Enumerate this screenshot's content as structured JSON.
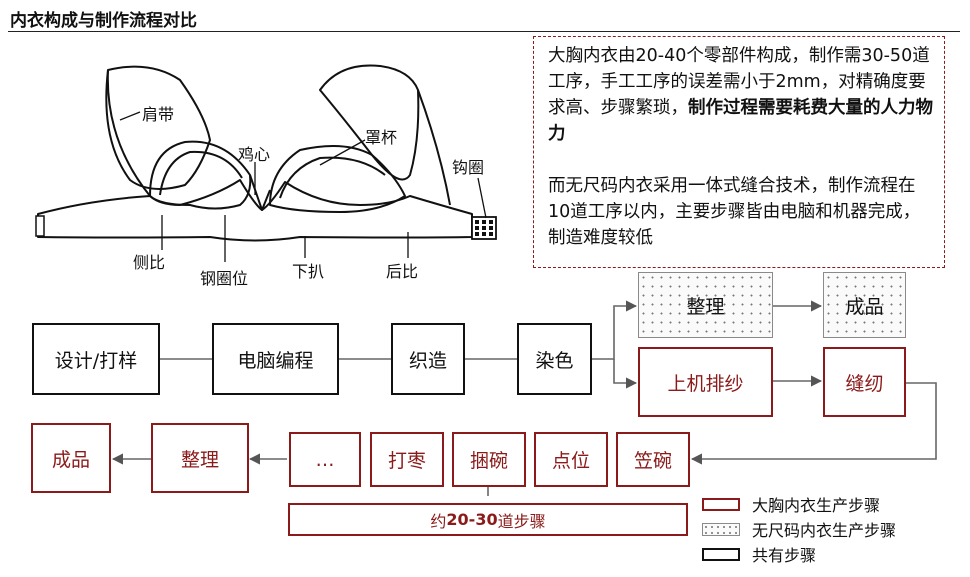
{
  "title": "内衣构成与制作流程对比",
  "bra_labels": {
    "strap": "肩带",
    "center": "鸡心",
    "cup": "罩杯",
    "hook": "钩圈",
    "side": "侧比",
    "wire": "钢圈位",
    "underband": "下扒",
    "back": "后比"
  },
  "note": {
    "para1_normal": "大胸内衣由20-40个零部件构成，制作需30-50道工序，手工工序的误差需小于2mm，对精确度要求高、步骤繁琐，",
    "para1_bold": "制作过程需要耗费大量的人力物力",
    "para2": "而无尺码内衣采用一体式缝合技术，制作流程在10道工序以内，主要步骤皆由电脑和机器完成，制造难度较低"
  },
  "flow": {
    "common": [
      "设计/打样",
      "电脑编程",
      "织造",
      "染色"
    ],
    "seamless": [
      "整理",
      "成品"
    ],
    "bigcup_top": [
      "上机排纱",
      "缝纫"
    ],
    "bigcup_bottom": [
      "成品",
      "整理",
      "…",
      "打枣",
      "捆碗",
      "点位",
      "笠碗"
    ]
  },
  "steps_label_prefix": "约",
  "steps_label_bold": "20-30",
  "steps_label_suffix": "道步骤",
  "legend": [
    {
      "label": "大胸内衣生产步骤",
      "style": "red-outline"
    },
    {
      "label": "无尺码内衣生产步骤",
      "style": "dotted-gray"
    },
    {
      "label": "共有步骤",
      "style": "black-outline"
    }
  ],
  "colors": {
    "accent_red": "#8b1a1a",
    "common": "#111111",
    "seamless": "#8a8a8a"
  }
}
